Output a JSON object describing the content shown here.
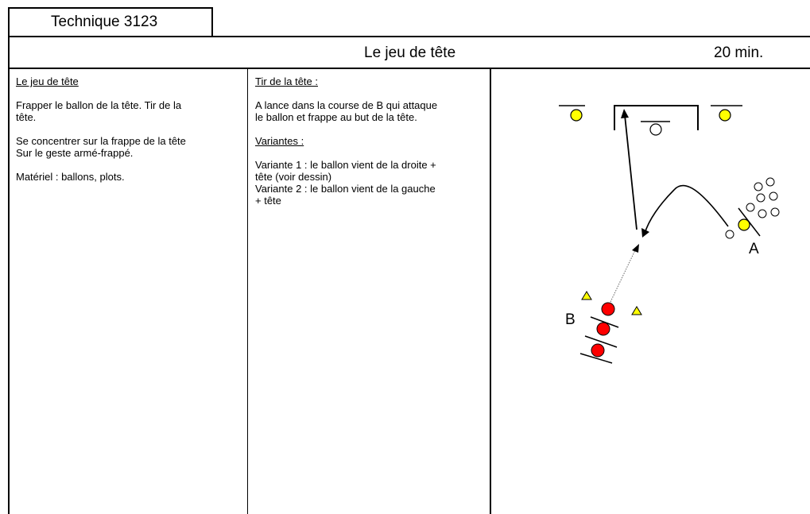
{
  "header": {
    "tab_label": "Technique 3123",
    "title": "Le jeu de tête",
    "duration": "20 min."
  },
  "left_column": {
    "heading": "Le jeu de tête",
    "line1": "Frapper le ballon de la tête. Tir de la",
    "line2": "tête.",
    "line3": "Se concentrer sur la frappe de la tête",
    "line4": "Sur le geste armé-frappé.",
    "line5": "Matériel : ballons, plots."
  },
  "middle_column": {
    "heading": "Tir de la tête :",
    "line1": "A lance dans la course de B qui attaque",
    "line2": "le ballon et frappe au but de la tête.",
    "variants_heading": "Variantes :",
    "variant1_line1": "Variante 1 : le ballon vient de la droite +",
    "variant1_line2": "tête (voir dessin)",
    "variant2_line1": "Variante 2 : le ballon vient de la gauche",
    "variant2_line2": "+ tête"
  },
  "diagram": {
    "label_a": "A",
    "label_b": "B",
    "colors": {
      "yellow": "#ffff00",
      "red": "#ff0000",
      "outline": "#000000"
    }
  }
}
